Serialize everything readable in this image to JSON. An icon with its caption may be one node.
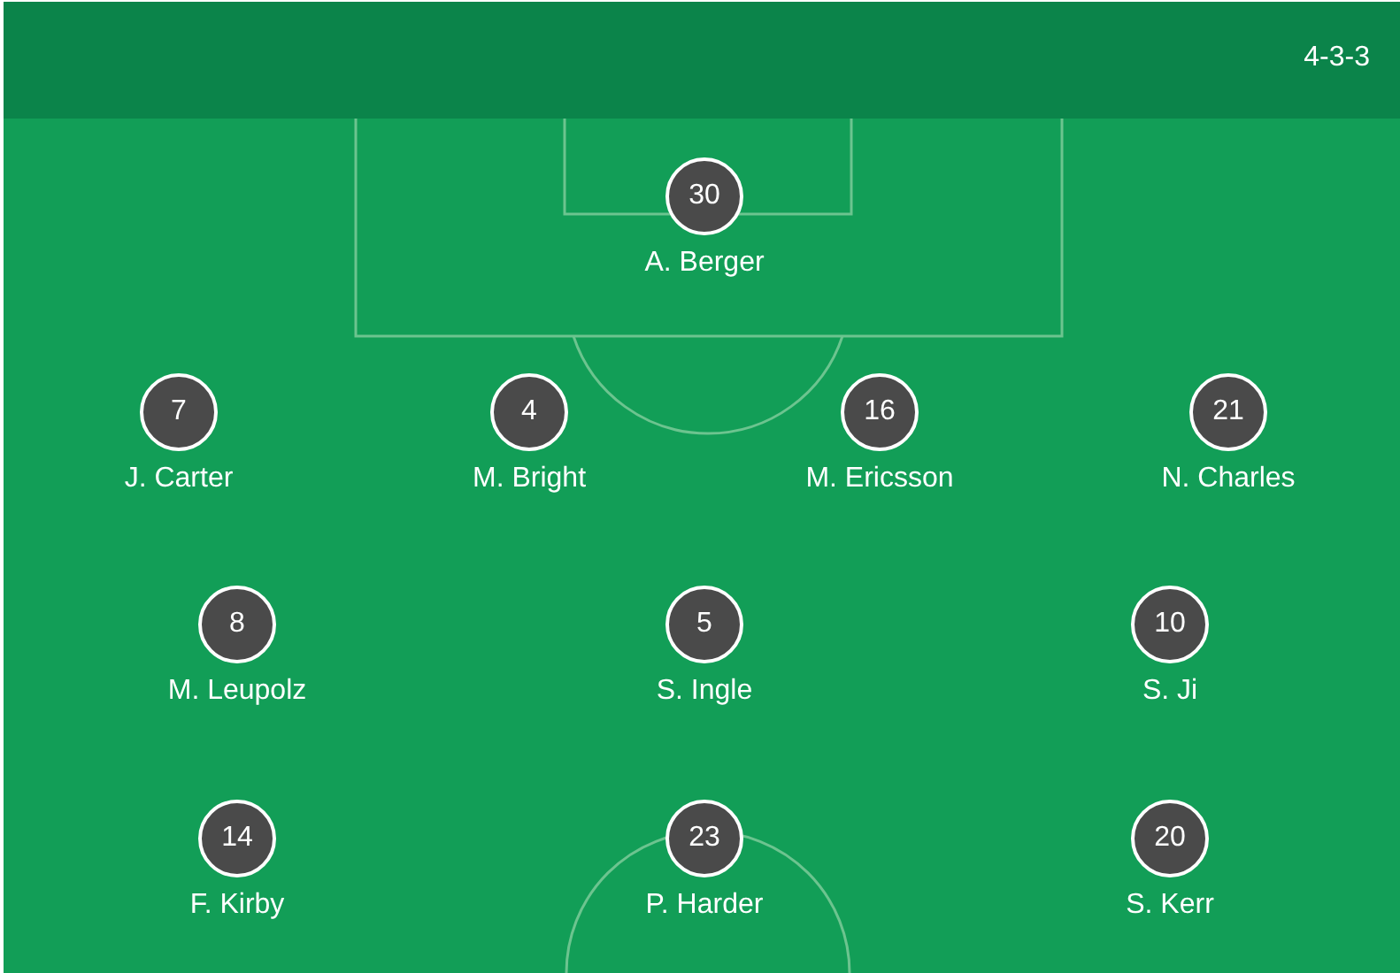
{
  "diagram": {
    "nodes": [
      {
        "text": [
          "30"
        ],
        "beside": [
          "A. Berger"
        ]
      },
      {
        "text": [
          "7"
        ],
        "beside": [
          "J. Carter"
        ]
      },
      {
        "text": [
          "4"
        ],
        "beside": [
          "M. Bright"
        ]
      },
      {
        "text": [
          "16"
        ],
        "beside": [
          "M. Ericsson"
        ]
      },
      {
        "text": [
          "21"
        ],
        "beside": [
          "N. Charles"
        ]
      },
      {
        "text": [
          "8"
        ],
        "beside": [
          "M. Leupolz"
        ]
      },
      {
        "text": [
          "5"
        ],
        "beside": [
          "S. Ingle"
        ]
      },
      {
        "text": [
          "10"
        ],
        "beside": [
          "S. Ji"
        ]
      },
      {
        "text": [
          "14"
        ],
        "beside": [
          "F. Kirby"
        ]
      },
      {
        "text": [
          "23"
        ],
        "beside": [
          "P. Harder"
        ]
      },
      {
        "text": [
          "20"
        ],
        "beside": [
          "S. Kerr"
        ]
      }
    ],
    "labels": [
      "4-3-3"
    ]
  }
}
